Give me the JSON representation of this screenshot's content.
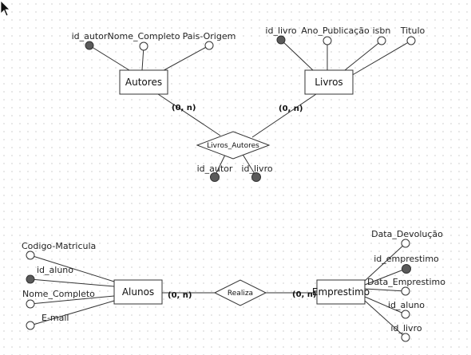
{
  "entities": {
    "autores": "Autores",
    "livros": "Livros",
    "alunos": "Alunos",
    "emprestimo": "Emprestimo"
  },
  "relationships": {
    "livros_autores": "Livros_Autores",
    "realiza": "Realiza"
  },
  "cardinalities": {
    "autores_livros_autores": "(0, n)",
    "livros_livros_autores": "(0, n)",
    "alunos_realiza": "(0, n)",
    "emprestimo_realiza": "(0, n)"
  },
  "attributes": {
    "autores": {
      "id_autor": "id_autor",
      "nome_completo": "Nome_Completo",
      "pais_origem": "Pais-Origem"
    },
    "livros": {
      "id_livro": "id_livro",
      "ano_publicacao": "Ano_Publicação",
      "isbn": "isbn",
      "titulo": "Titulo"
    },
    "livros_autores": {
      "id_autor": "id_autor",
      "id_livro": "id_livro"
    },
    "alunos": {
      "codigo_matricula": "Codigo-Matricula",
      "id_aluno": "id_aluno",
      "nome_completo": "Nome_Completo",
      "email": "E-mail"
    },
    "emprestimo": {
      "data_devolucao": "Data_Devolução",
      "id_emprestimo": "id_emprestimo",
      "data_emprestimo": "Data_Emprestimo",
      "id_aluno": "id_aluno",
      "id_livro": "id_livro"
    }
  },
  "colors": {
    "key_fill": "#5a5a5a",
    "attr_fill": "#ffffff",
    "stroke": "#333333"
  },
  "icons": {
    "cursor": "mouse-pointer-icon"
  }
}
